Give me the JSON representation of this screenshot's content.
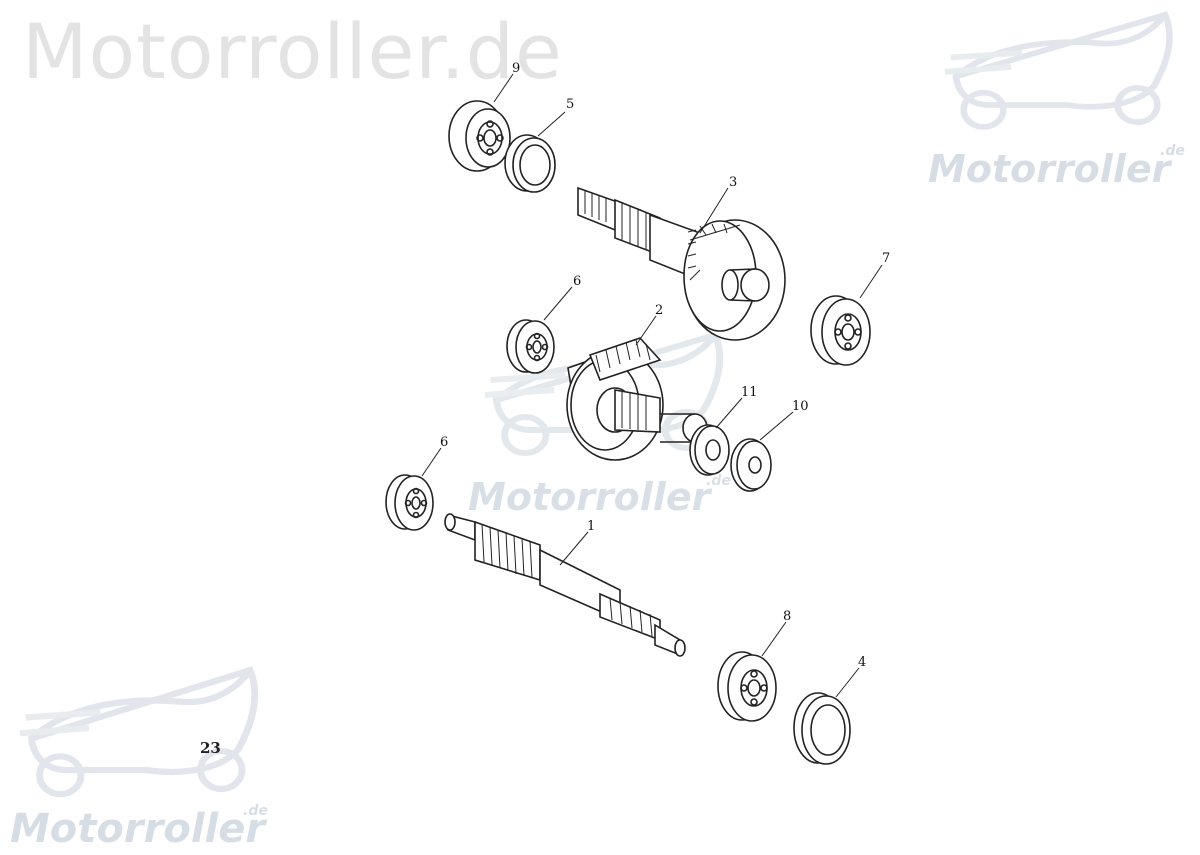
{
  "watermark": {
    "title": "Motorroller.de",
    "logo_wordmark": "Motorroller",
    "logo_suffix": ".de"
  },
  "page_number": "23",
  "callouts": [
    "9",
    "5",
    "3",
    "7",
    "6",
    "2",
    "11",
    "10",
    "6",
    "1",
    "8",
    "4"
  ],
  "colors": {
    "line": "#222222",
    "watermark": "#e6e8ec",
    "logo": "#d6dde6"
  }
}
